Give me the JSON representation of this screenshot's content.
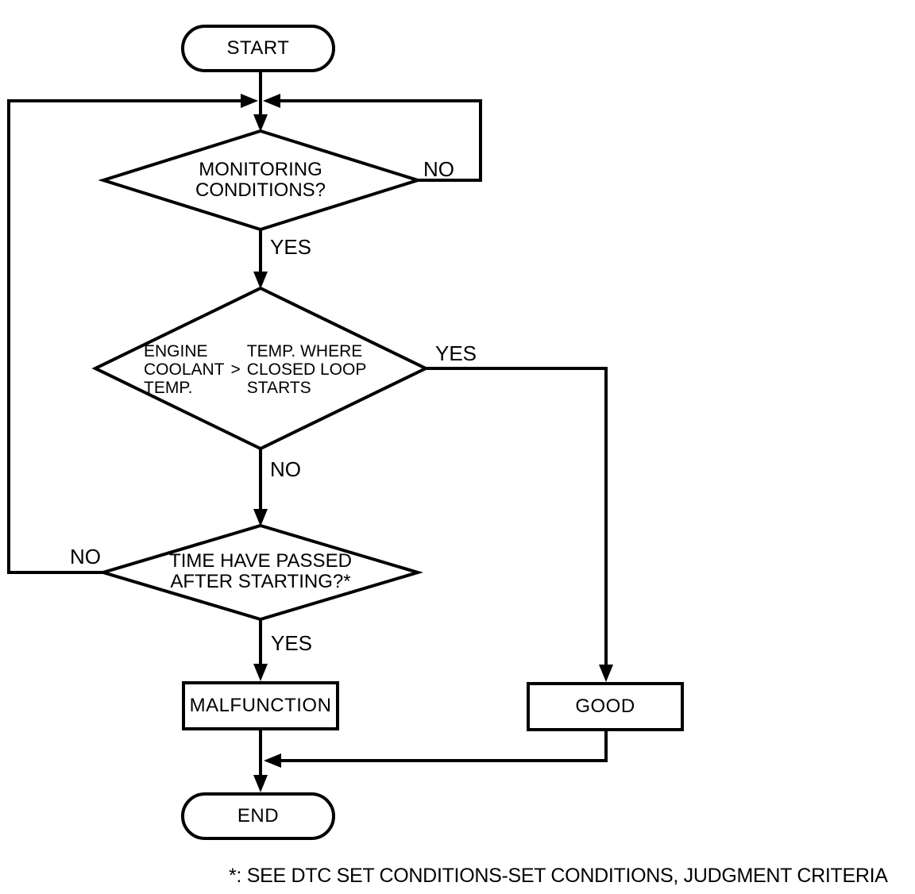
{
  "page": {
    "background": "#ffffff",
    "stroke_color": "#000000",
    "footnote": "*: SEE DTC SET CONDITIONS-SET CONDITIONS, JUDGMENT CRITERIA"
  },
  "flowchart": {
    "nodes": {
      "start": {
        "label": "START"
      },
      "monitoring": {
        "lines": [
          "MONITORING",
          "CONDITIONS?"
        ]
      },
      "coolant": {
        "left_lines": [
          "ENGINE",
          "COOLANT",
          "TEMP."
        ],
        "operator": ">",
        "right_lines": [
          "TEMP. WHERE",
          "CLOSED LOOP",
          "STARTS"
        ]
      },
      "time": {
        "lines": [
          "TIME HAVE PASSED",
          "AFTER STARTING?*"
        ]
      },
      "malfunction": {
        "label": "MALFUNCTION"
      },
      "good": {
        "label": "GOOD"
      },
      "end": {
        "label": "END"
      }
    },
    "edge_labels": {
      "monitoring_no": "NO",
      "monitoring_yes": "YES",
      "coolant_yes": "YES",
      "coolant_no": "NO",
      "time_no": "NO",
      "time_yes": "YES"
    }
  }
}
